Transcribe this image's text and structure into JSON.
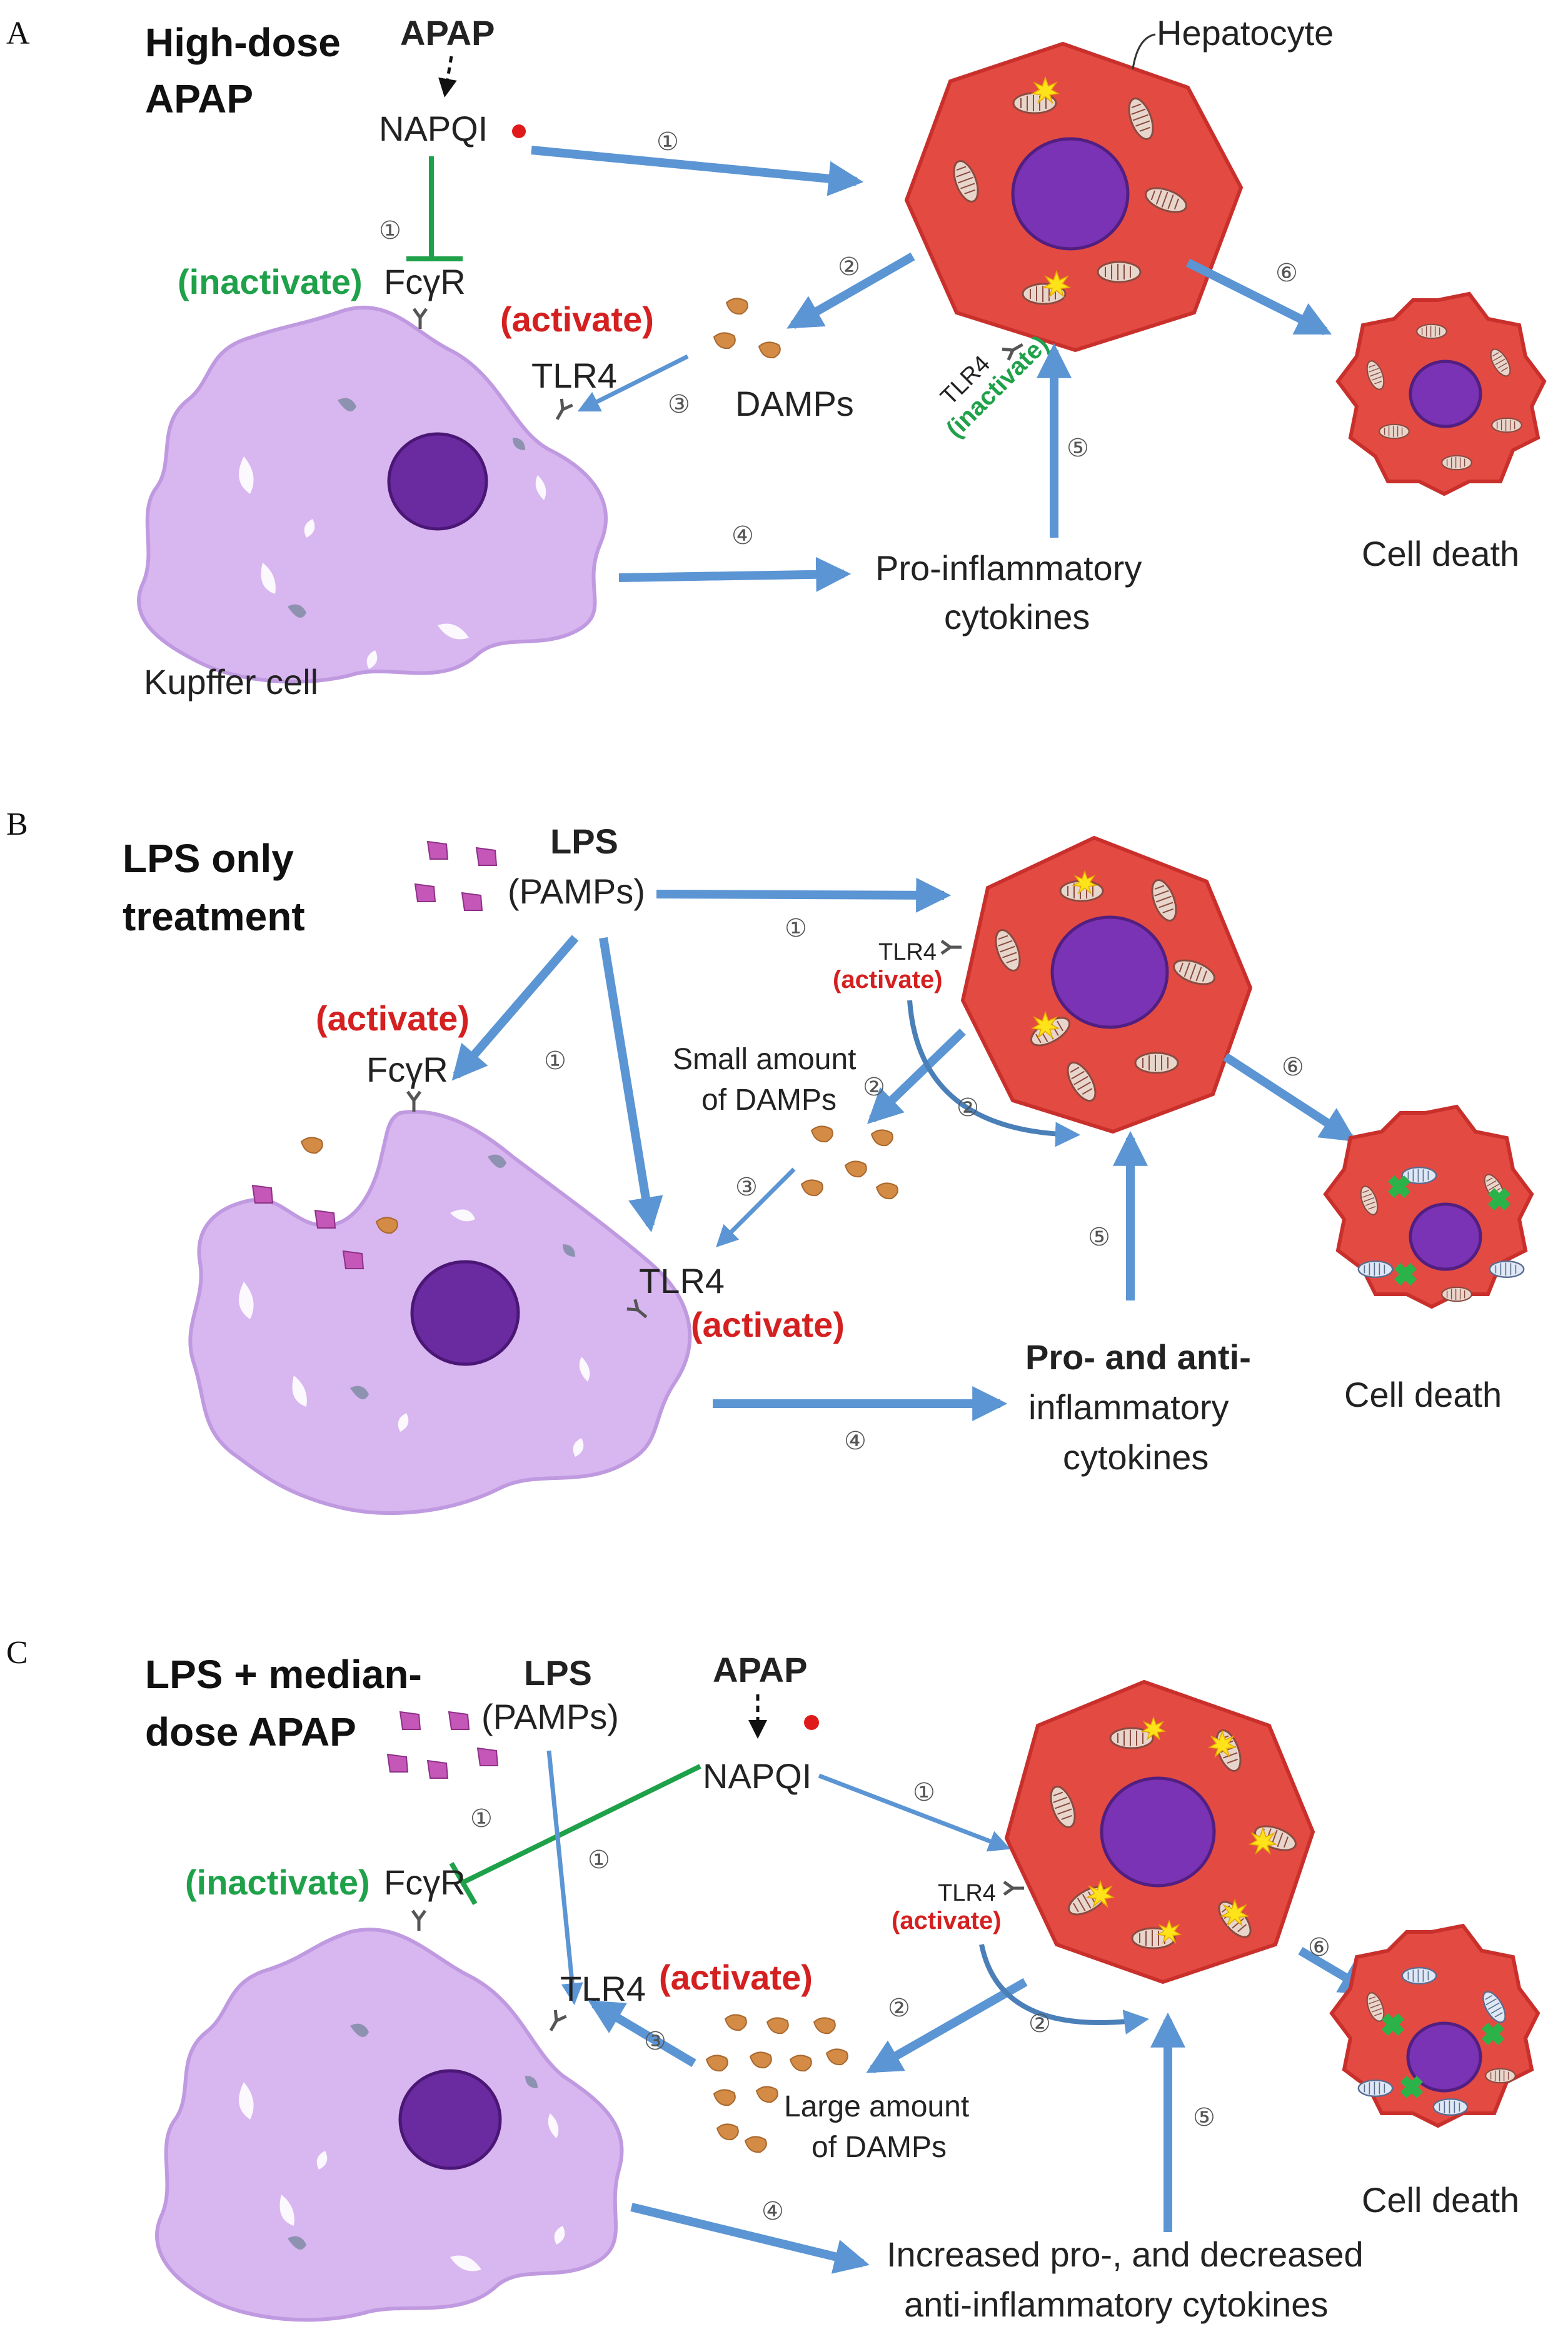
{
  "panels": [
    {
      "letter": "A",
      "title_line1": "High-dose",
      "title_line2": "APAP",
      "apap": "APAP",
      "napqi": "NAPQI",
      "fcyr_state": "(inactivate)",
      "fcyr": "FcγR",
      "tlr4_state": "(activate)",
      "tlr4": "TLR4",
      "damps": "DAMPs",
      "hepatocyte": "Hepatocyte",
      "hep_tlr4": "TLR4",
      "hep_tlr4_state": "(inactivate)",
      "cytokines_line1": "Pro-inflammatory",
      "cytokines_line2": "cytokines",
      "cell_death": "Cell death",
      "kupffer": "Kupffer cell",
      "steps": [
        "①",
        "①",
        "②",
        "③",
        "④",
        "⑤",
        "⑥"
      ]
    },
    {
      "letter": "B",
      "title_line1": "LPS only",
      "title_line2": "treatment",
      "lps": "LPS",
      "pamps": "(PAMPs)",
      "fcyr_state": "(activate)",
      "fcyr": "FcγR",
      "tlr4": "TLR4",
      "tlr4_state": "(activate)",
      "hep_tlr4": "TLR4",
      "hep_tlr4_state": "(activate)",
      "damps_line1": "Small amount",
      "damps_line2": "of DAMPs",
      "cytokines_line1": "Pro- and anti-",
      "cytokines_line2": "inflammatory",
      "cytokines_line3": "cytokines",
      "cell_death": "Cell death",
      "steps": [
        "①",
        "①",
        "②",
        "②",
        "③",
        "④",
        "⑤",
        "⑥"
      ]
    },
    {
      "letter": "C",
      "title_line1": "LPS + median-",
      "title_line2": "dose APAP",
      "lps": "LPS",
      "pamps": "(PAMPs)",
      "apap": "APAP",
      "napqi": "NAPQI",
      "fcyr_state": "(inactivate)",
      "fcyr": "FcγR",
      "tlr4": "TLR4",
      "tlr4_state": "(activate)",
      "hep_tlr4": "TLR4",
      "hep_tlr4_state": "(activate)",
      "damps_line1": "Large amount",
      "damps_line2": "of DAMPs",
      "cytokines_line1": "Increased pro-, and decreased",
      "cytokines_line2": "anti-inflammatory cytokines",
      "cell_death": "Cell death",
      "steps": [
        "①",
        "①",
        "①",
        "②",
        "②",
        "③",
        "④",
        "⑤",
        "⑥"
      ]
    }
  ],
  "colors": {
    "arrow": "#5b95d3",
    "inhibit": "#1fa14a",
    "activate": "#d42020",
    "hepatocyte": "#e24a42",
    "kupffer": "#d8b6ef",
    "nucleus": "#6a2aa0",
    "damp": "#d38b45",
    "lps": "#c457b8"
  }
}
